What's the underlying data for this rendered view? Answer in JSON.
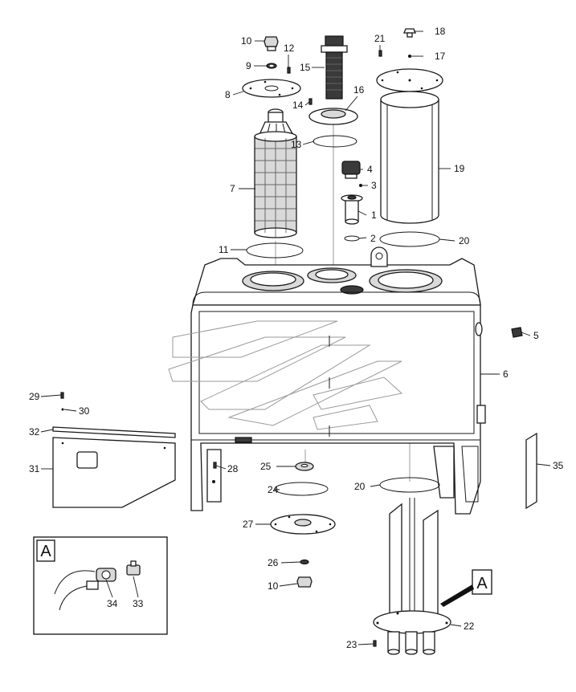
{
  "callouts": [
    {
      "id": "c1",
      "text": "1"
    },
    {
      "id": "c2",
      "text": "2"
    },
    {
      "id": "c3",
      "text": "3"
    },
    {
      "id": "c4",
      "text": "4"
    },
    {
      "id": "c5",
      "text": "5"
    },
    {
      "id": "c6",
      "text": "6"
    },
    {
      "id": "c7",
      "text": "7"
    },
    {
      "id": "c8",
      "text": "8"
    },
    {
      "id": "c9",
      "text": "9"
    },
    {
      "id": "c10a",
      "text": "10"
    },
    {
      "id": "c10b",
      "text": "10"
    },
    {
      "id": "c11",
      "text": "11"
    },
    {
      "id": "c12",
      "text": "12"
    },
    {
      "id": "c13",
      "text": "13"
    },
    {
      "id": "c14",
      "text": "14"
    },
    {
      "id": "c15",
      "text": "15"
    },
    {
      "id": "c16",
      "text": "16"
    },
    {
      "id": "c17",
      "text": "17"
    },
    {
      "id": "c18",
      "text": "18"
    },
    {
      "id": "c19",
      "text": "19"
    },
    {
      "id": "c20a",
      "text": "20"
    },
    {
      "id": "c20b",
      "text": "20"
    },
    {
      "id": "c21",
      "text": "21"
    },
    {
      "id": "c22",
      "text": "22"
    },
    {
      "id": "c23",
      "text": "23"
    },
    {
      "id": "c24",
      "text": "24"
    },
    {
      "id": "c25",
      "text": "25"
    },
    {
      "id": "c26",
      "text": "26"
    },
    {
      "id": "c27",
      "text": "27"
    },
    {
      "id": "c28",
      "text": "28"
    },
    {
      "id": "c29",
      "text": "29"
    },
    {
      "id": "c30",
      "text": "30"
    },
    {
      "id": "c31",
      "text": "31"
    },
    {
      "id": "c32",
      "text": "32"
    },
    {
      "id": "c33",
      "text": "33"
    },
    {
      "id": "c34",
      "text": "34"
    },
    {
      "id": "c35",
      "text": "35"
    }
  ],
  "detail": {
    "view_label": "A",
    "view_marker": "A"
  }
}
